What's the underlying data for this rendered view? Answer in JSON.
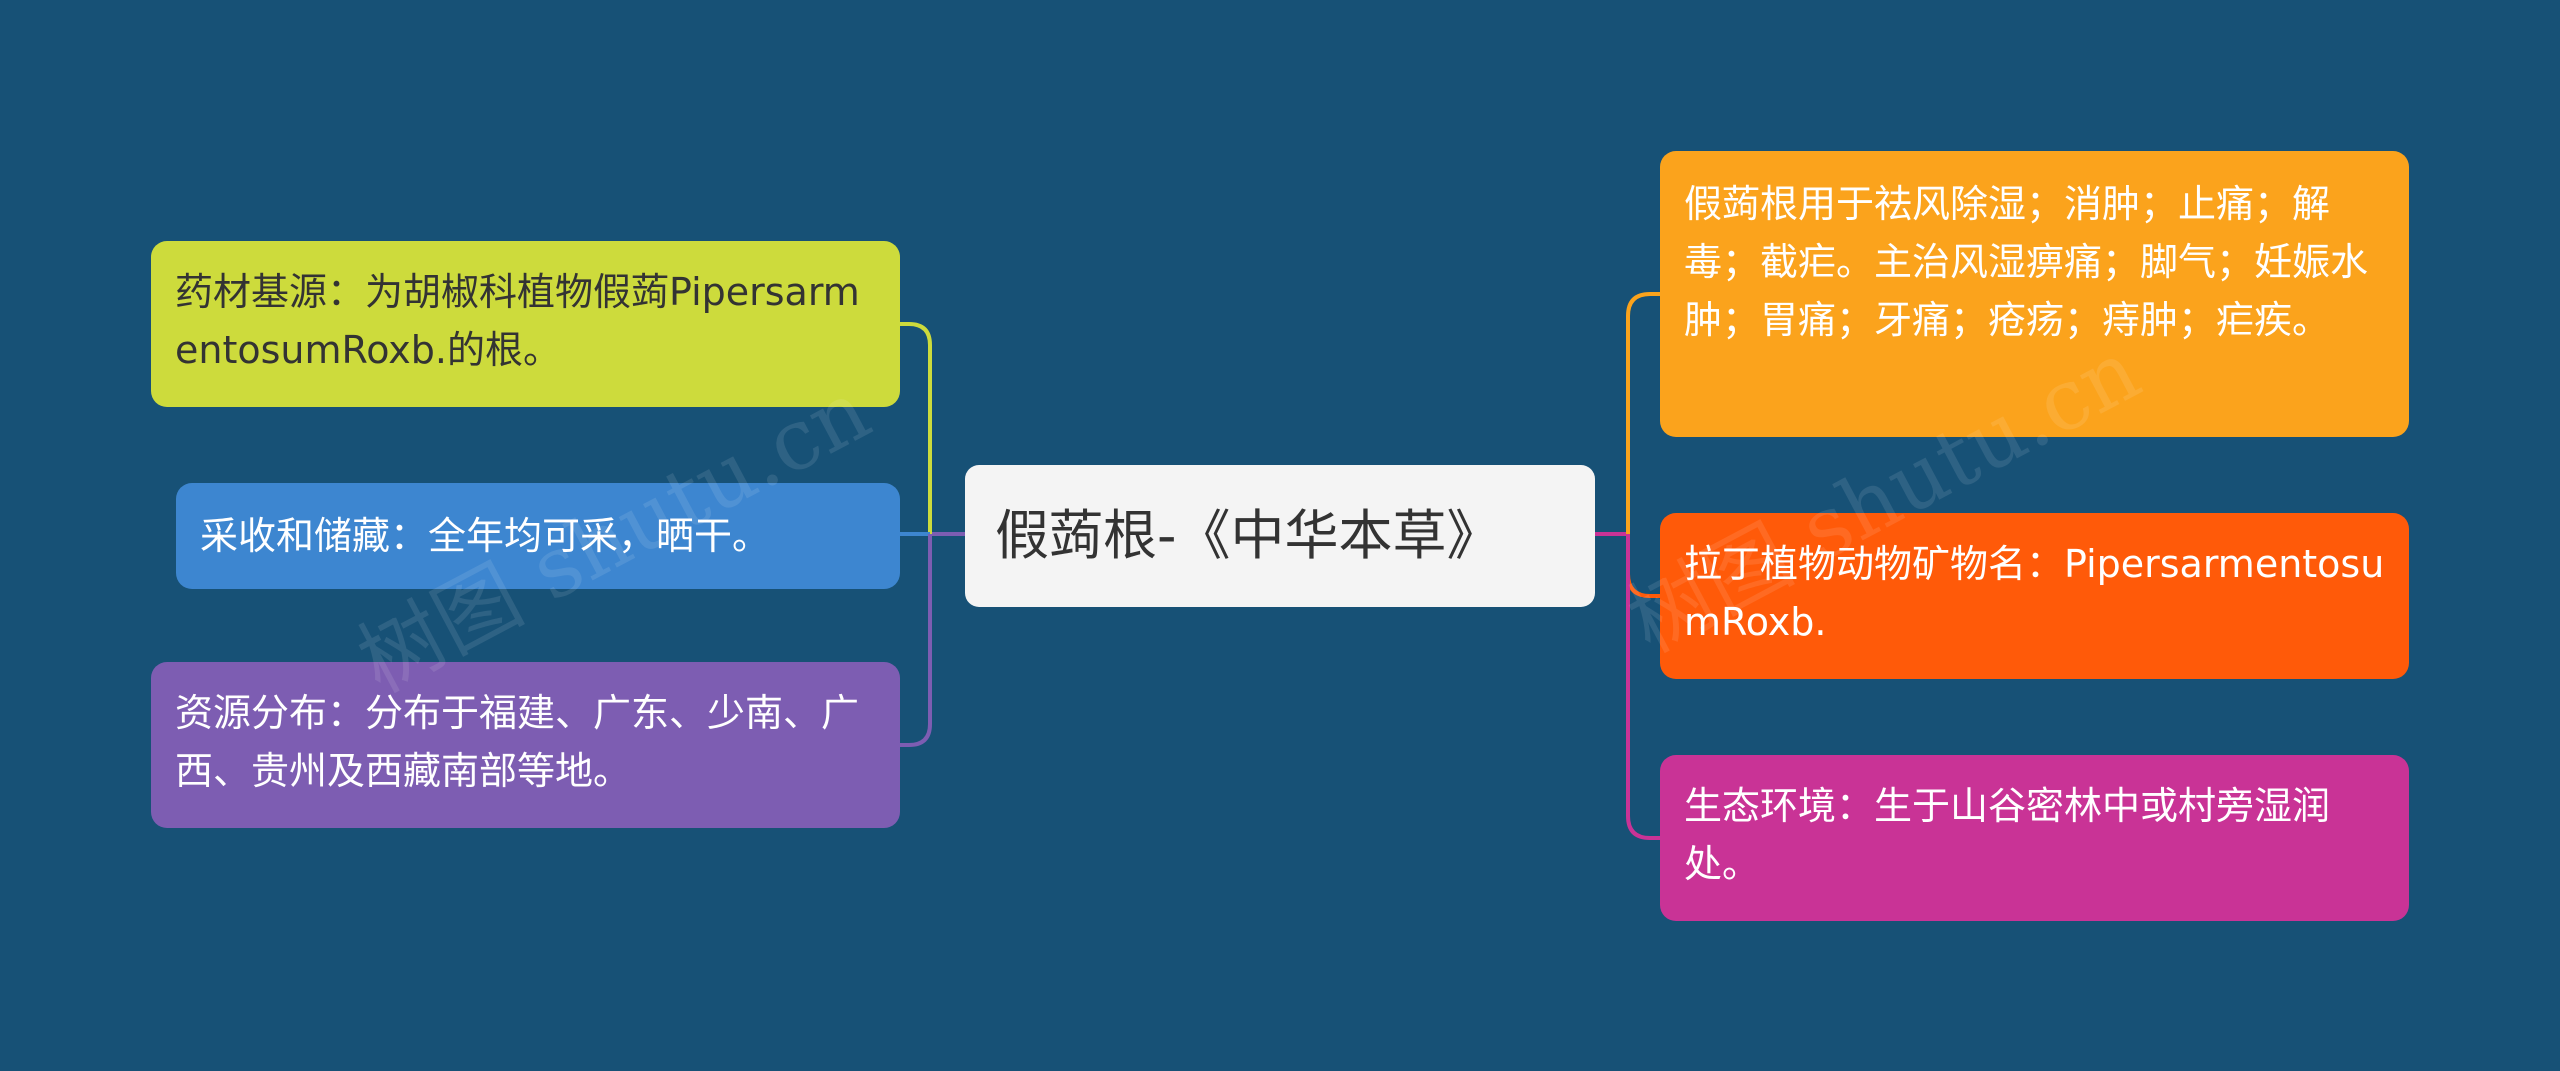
{
  "root": {
    "label": "假蒟根-《中华本草》"
  },
  "nodes": {
    "source": {
      "label": "药材基源：为胡椒科植物假蒟PipersarmentosumRoxb.的根。",
      "color": "#cddb3c"
    },
    "harvest": {
      "label": "采收和储藏：全年均可采，晒干。",
      "color": "#3d86d0"
    },
    "distrib": {
      "label": "资源分布：分布于福建、广东、少南、广西、贵州及西藏南部等地。",
      "color": "#7d5db2"
    },
    "usage": {
      "label": "假蒟根用于祛风除湿；消肿；止痛；解毒；截疟。主治风湿痹痛；脚气；妊娠水肿；胃痛；牙痛；疮疡；痔肿；疟疾。",
      "color": "#fba31c"
    },
    "latin": {
      "label": "拉丁植物动物矿物名：PipersarmentosumRoxb.",
      "color": "#ff5a09"
    },
    "habitat": {
      "label": "生态环境：生于山谷密林中或村旁湿润处。",
      "color": "#c93396"
    }
  },
  "colors": {
    "background": "#175176",
    "root_fill": "#f4f4f4",
    "root_text": "#333333",
    "left_connector": "#7d5db2",
    "right_connector": "#c93396"
  },
  "watermark": "树图 shutu.cn"
}
